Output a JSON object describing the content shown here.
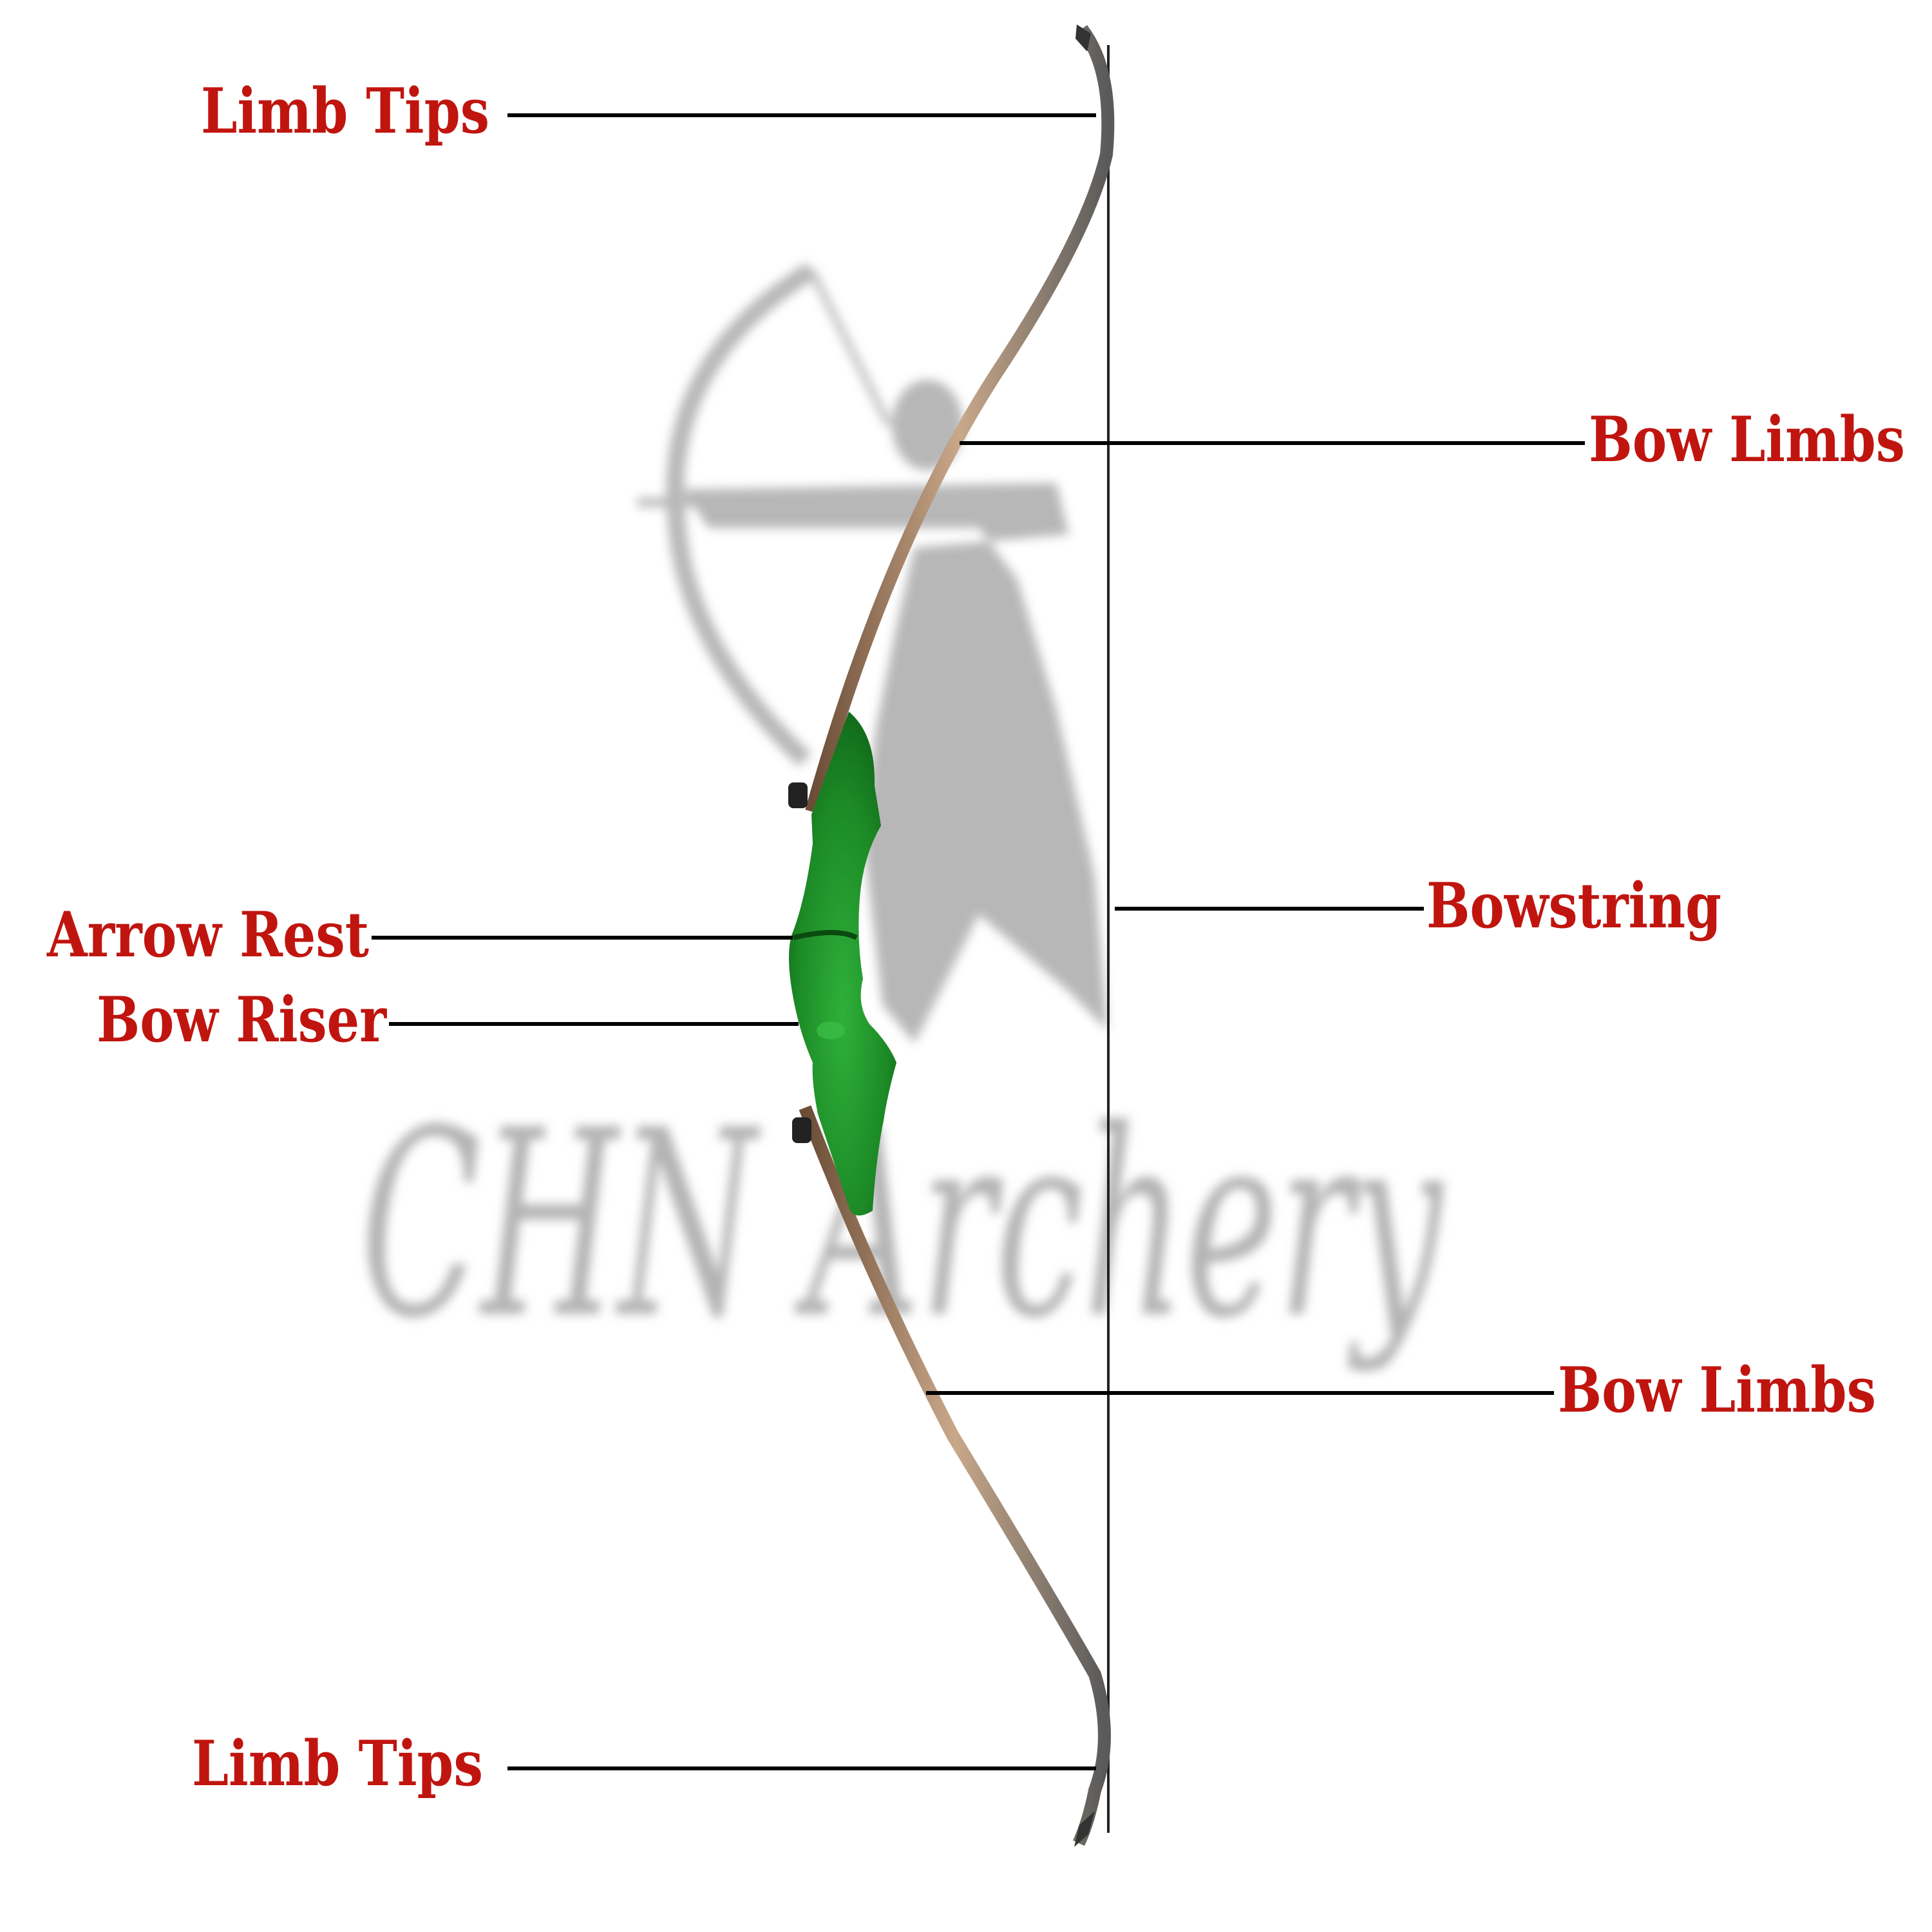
{
  "colors": {
    "label": "#c0150f",
    "leader_line": "#000000",
    "riser": "#1f8a2a",
    "limb_wood": "#8a6a4e",
    "watermark": "#b4b4b4"
  },
  "watermark": {
    "text": "CHN Archery"
  },
  "labels": {
    "limb_tips_top": "Limb Tips",
    "bow_limbs_top": "Bow Limbs",
    "bowstring": "Bowstring",
    "arrow_rest": "Arrow Rest",
    "bow_riser": "Bow Riser",
    "bow_limbs_bottom": "Bow Limbs",
    "limb_tips_bottom": "Limb Tips"
  }
}
